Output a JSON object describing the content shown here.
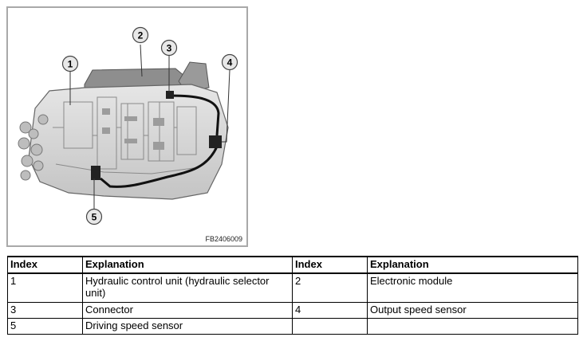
{
  "figure": {
    "code": "FB2406009",
    "callouts": [
      "1",
      "2",
      "3",
      "4",
      "5"
    ]
  },
  "table": {
    "headers": [
      "Index",
      "Explanation",
      "Index",
      "Explanation"
    ],
    "rows": [
      [
        "1",
        "Hydraulic control unit (hydraulic selector unit)",
        "2",
        "Electronic module"
      ],
      [
        "3",
        "Connector",
        "4",
        "Output speed sensor"
      ],
      [
        "5",
        "Driving speed sensor",
        "",
        ""
      ]
    ]
  }
}
